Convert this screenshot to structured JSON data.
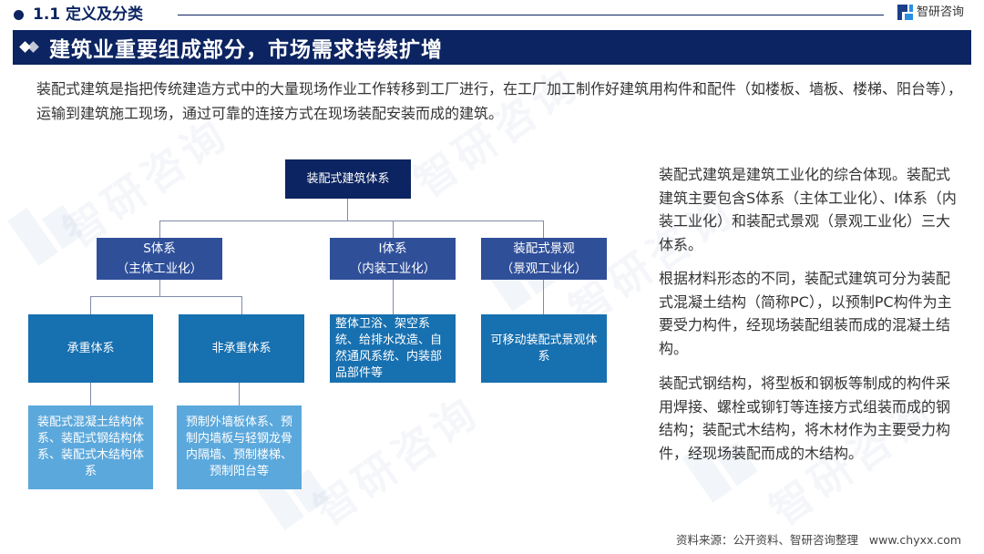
{
  "header": {
    "section_title": "1.1 定义及分类",
    "logo_text": "智研咨询",
    "logo_icon": "zhiyan-logo-icon"
  },
  "title_bar": {
    "icon": "double-diamond-icon",
    "title": "建筑业重要组成部分，市场需求持续扩增"
  },
  "intro": {
    "text": "装配式建筑是指把传统建造方式中的大量现场作业工作转移到工厂进行，在工厂加工制作好建筑用构件和配件（如楼板、墙板、楼梯、阳台等），运输到建筑施工现场，通过可靠的连接方式在现场装配安装而成的建筑。"
  },
  "diagram": {
    "root": {
      "label": "装配式建筑体系"
    },
    "level1": [
      {
        "line1": "S体系",
        "line2": "（主体工业化）"
      },
      {
        "line1": "I体系",
        "line2": "（内装工业化）"
      },
      {
        "line1": "装配式景观",
        "line2": "（景观工业化）"
      }
    ],
    "level2": [
      {
        "label": "承重体系"
      },
      {
        "label": "非承重体系"
      },
      {
        "label": "整体卫浴、架空系统、给排水改造、自然通风系统、内装部品部件等"
      },
      {
        "label": "可移动装配式景观体系"
      }
    ],
    "level3": [
      {
        "label": "装配式混凝土结构体系、装配式钢结构体系、装配式木结构体系"
      },
      {
        "label": "预制外墙板体系、预制内墙板与轻钢龙骨内隔墙、预制楼梯、预制阳台等"
      }
    ],
    "colors": {
      "root": "#0c2461",
      "level1": "#2f4f99",
      "level2": "#1770b0",
      "level3": "#5ba8dc",
      "connector": "#7f8ca8"
    }
  },
  "right_text": {
    "paragraphs": [
      "装配式建筑是建筑工业化的综合体现。装配式建筑主要包含S体系（主体工业化）、I体系（内装工业化）和装配式景观（景观工业化）三大体系。",
      "根据材料形态的不同，装配式建筑可分为装配式混凝土结构（简称PC），以预制PC构件为主要受力构件，经现场装配组装而成的混凝土结构。",
      "装配式钢结构，将型板和钢板等制成的构件采用焊接、螺栓或铆钉等连接方式组装而成的钢结构；装配式木结构，将木材作为主要受力构件，经现场装配而成的木结构。"
    ]
  },
  "footer": {
    "source": "资料来源：公开资料、智研咨询整理   www.chyxx.com"
  },
  "watermark": {
    "text": "智研咨询"
  }
}
